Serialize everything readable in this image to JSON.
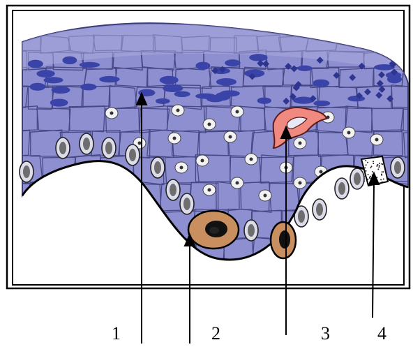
{
  "figure": {
    "labels": [
      "1",
      "2",
      "3",
      "4"
    ],
    "colors": {
      "epithelium": "#8e8fd0",
      "epithelium_light": "#a9aadf",
      "cell_outline": "#3b3c7a",
      "nucleus_dark": "#3a43a8",
      "basal_nucleus": "#6e6e6e",
      "melanocyte": "#c98f5e",
      "langerhans": "#f08a80",
      "merkel_dots": "#ffffff",
      "frame": "#000000"
    }
  }
}
